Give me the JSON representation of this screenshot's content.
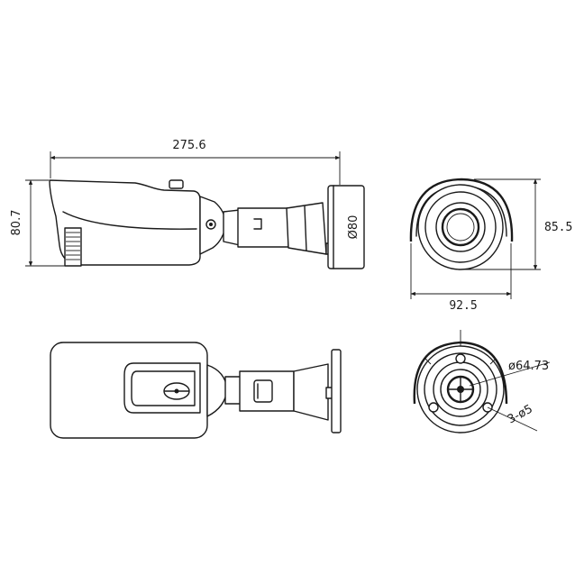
{
  "dimensions": {
    "length": "275.6",
    "height": "80.7",
    "mount_diameter": "Ø80",
    "front_height": "85.5",
    "front_width": "92.5",
    "bolt_circle": "ø64.73",
    "holes": "3-ø5"
  }
}
